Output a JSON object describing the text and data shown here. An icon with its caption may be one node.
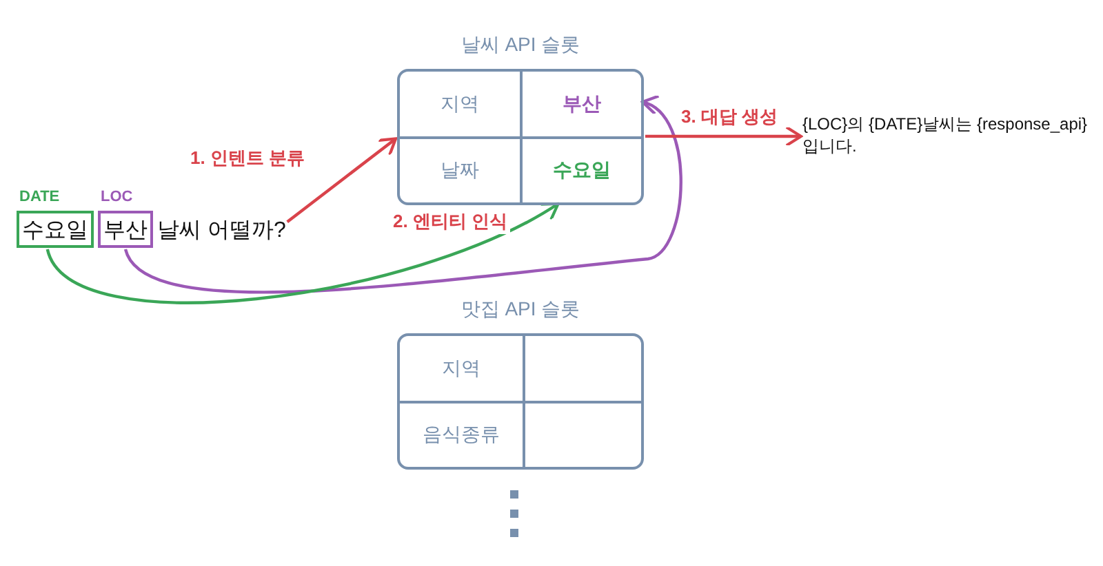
{
  "diagram": {
    "nodes": [
      {
        "text": [
          "수요일"
        ],
        "beside": [
          "DATE"
        ]
      },
      {
        "text": [
          "부산"
        ],
        "beside": [
          "LOC"
        ]
      },
      {
        "text": [
          "날씨 어떨까?"
        ]
      },
      {
        "text": [
          "날씨 API 슬롯"
        ]
      },
      {
        "text": [
          "지역"
        ],
        "in": 3
      },
      {
        "text": [
          "부산"
        ],
        "in": 3
      },
      {
        "text": [
          "날짜"
        ],
        "in": 3
      },
      {
        "text": [
          "수요일"
        ],
        "in": 3
      },
      {
        "text": [
          "{LOC}의 {DATE}날씨는 {response_api}입니다."
        ]
      },
      {
        "text": [
          "맛집 API 슬롯"
        ]
      },
      {
        "text": [
          "지역"
        ],
        "in": 9
      },
      {
        "text": [],
        "shape": "box",
        "in": 9
      },
      {
        "text": [
          "음식종류"
        ],
        "in": 9
      },
      {
        "text": [],
        "shape": "box",
        "in": 9
      }
    ],
    "edges": [
      {
        "from": 2,
        "to": 3,
        "arrow": "to",
        "label": "1. 인텐트 분류"
      },
      {
        "from": 1,
        "to": 5,
        "arrow": "to",
        "color": "#9b59b6"
      },
      {
        "from": 0,
        "to": 7,
        "arrow": "to",
        "color": "#3aa657",
        "label": "2. 엔티티 인식"
      },
      {
        "from": 3,
        "to": 8,
        "arrow": "to",
        "label": "3. 대답 생성"
      }
    ]
  }
}
